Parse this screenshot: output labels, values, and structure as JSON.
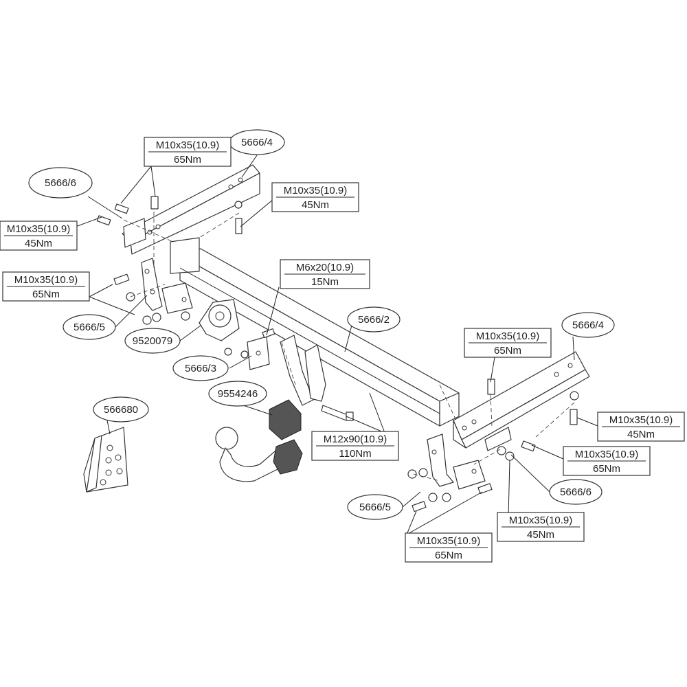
{
  "parts": {
    "p1": "5666/4",
    "p2": "5666/6",
    "p3": "5666/5",
    "p4": "9520079",
    "p5": "5666/3",
    "p6": "5666/2",
    "p7": "5666/4",
    "p8": "9554246",
    "p9": "566680",
    "p10": "5666/5",
    "p11": "5666/6"
  },
  "specs": {
    "s1": {
      "bolt": "M10x35(10.9)",
      "torque": "65Nm"
    },
    "s2": {
      "bolt": "M10x35(10.9)",
      "torque": "45Nm"
    },
    "s3": {
      "bolt": "M10x35(10.9)",
      "torque": "45Nm"
    },
    "s4": {
      "bolt": "M10x35(10.9)",
      "torque": "65Nm"
    },
    "s5": {
      "bolt": "M6x20(10.9)",
      "torque": "15Nm"
    },
    "s6": {
      "bolt": "M10x35(10.9)",
      "torque": "65Nm"
    },
    "s7": {
      "bolt": "M12x90(10.9)",
      "torque": "110Nm"
    },
    "s8": {
      "bolt": "M10x35(10.9)",
      "torque": "45Nm"
    },
    "s9": {
      "bolt": "M10x35(10.9)",
      "torque": "65Nm"
    },
    "s10": {
      "bolt": "M10x35(10.9)",
      "torque": "45Nm"
    },
    "s11": {
      "bolt": "M10x35(10.9)",
      "torque": "65Nm"
    }
  }
}
